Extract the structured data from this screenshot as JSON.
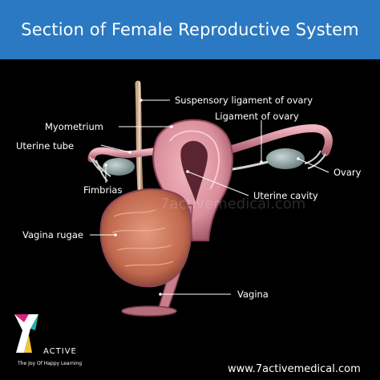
{
  "header": {
    "title": "Section of Female Reproductive System"
  },
  "labels": {
    "suspensory": "Suspensory ligament of ovary",
    "ligament_ovary": "Ligament of ovary",
    "myometrium": "Myometrium",
    "uterine_tube": "Uterine tube",
    "ovary": "Ovary",
    "fimbrias": "Fimbrias",
    "uterine_cavity": "Uterine cavity",
    "vagina_rugae": "Vagina rugae",
    "vagina": "Vagina"
  },
  "brand": {
    "logo_numeral": "7",
    "name": "ACTIVE",
    "tagline": "The Joy Of Happy Learning",
    "url": "www.7activemedical.com",
    "watermark": "7activemedical.com"
  },
  "colors": {
    "header_bg": "#2a79c2",
    "background": "#000000",
    "label_line": "#ffffff",
    "tissue": "#d98f9c",
    "tissue_dark": "#a8586a",
    "ovary": "#8fa7a8"
  }
}
